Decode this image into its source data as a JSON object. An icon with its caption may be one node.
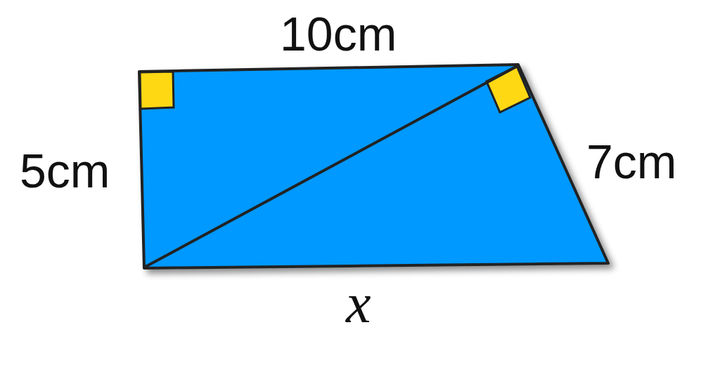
{
  "diagram": {
    "labels": [
      "10cm",
      "5cm",
      "7cm",
      "x"
    ]
  }
}
